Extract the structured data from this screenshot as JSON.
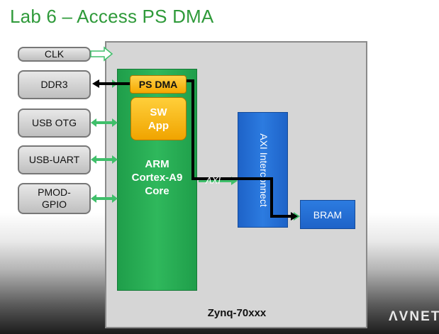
{
  "title": "Lab 6 – Access PS DMA",
  "chip_label": "Zynq-70xxx",
  "io_blocks": [
    "CLK",
    "DDR3",
    "USB OTG",
    "USB-UART",
    "PMOD-\nGPIO"
  ],
  "arm_label": "ARM\nCortex-A9\nCore",
  "ps_dma_label": "PS DMA",
  "sw_app_label": "SW\nApp",
  "axi_interconnect_label": "AXI Interconnect",
  "axi_label": "AXI",
  "bram_label": "BRAM",
  "logo_text": "ΛVNET",
  "colors": {
    "title_green": "#2f9a3a",
    "arm_green": "#2fb85c",
    "ps_dma_orange": "#f5a800",
    "axi_blue": "#2c7be0",
    "dma_path": "#000000",
    "chip_gray": "#d6d6d6"
  }
}
